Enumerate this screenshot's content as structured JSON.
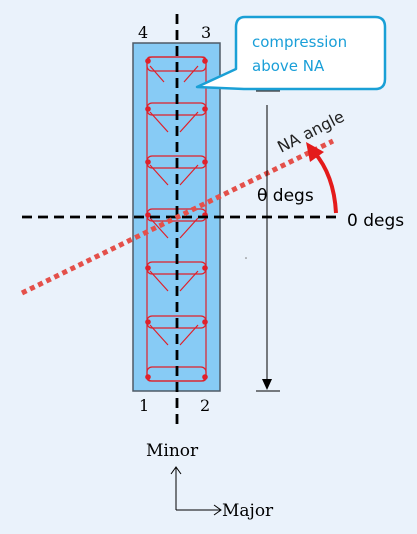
{
  "corners": {
    "c1": "1",
    "c2": "2",
    "c3": "3",
    "c4": "4"
  },
  "callout": {
    "line1": "compression",
    "line2": "above NA"
  },
  "na_label": "NA angle",
  "theta_label": "θ degs",
  "zero_label": "0 degs",
  "axes": {
    "minor": "Minor",
    "major": "Major"
  },
  "colors": {
    "background": "#eaf2fb",
    "section_fill": "#87cbf5",
    "section_stroke": "#4f5b66",
    "rebar": "#e0202a",
    "na_line": "#e4504a",
    "arrow": "#e41b1b",
    "callout_stroke": "#1aa0d6",
    "callout_text": "#1a9fd8"
  }
}
